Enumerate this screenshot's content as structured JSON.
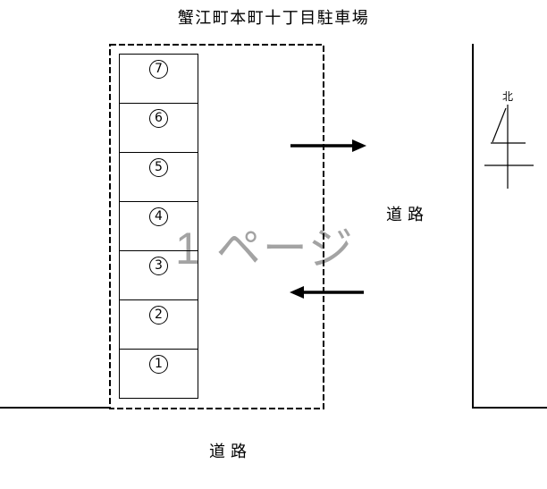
{
  "page": {
    "title": "蟹江町本町十丁目駐車場",
    "watermark_text": "1 ページ",
    "colors": {
      "background": "#ffffff",
      "line": "#000000",
      "watermark": "#a3a3a3"
    }
  },
  "parking_lot": {
    "spaces": [
      {
        "number": "7"
      },
      {
        "number": "6"
      },
      {
        "number": "5"
      },
      {
        "number": "4"
      },
      {
        "number": "3"
      },
      {
        "number": "2"
      },
      {
        "number": "1"
      }
    ]
  },
  "labels": {
    "road_right": "道路",
    "road_bottom": "道路",
    "north": "北"
  },
  "icons": {
    "right_arrow": "solid black arrow pointing right (entry direction)",
    "left_arrow": "solid black arrow pointing left (exit direction)",
    "north_compass": "stylized north marker under 北 label",
    "dashed_boundary": "dashed rectangle = parking lot boundary",
    "road_lines": "solid lines marking roads on right and bottom edges"
  }
}
